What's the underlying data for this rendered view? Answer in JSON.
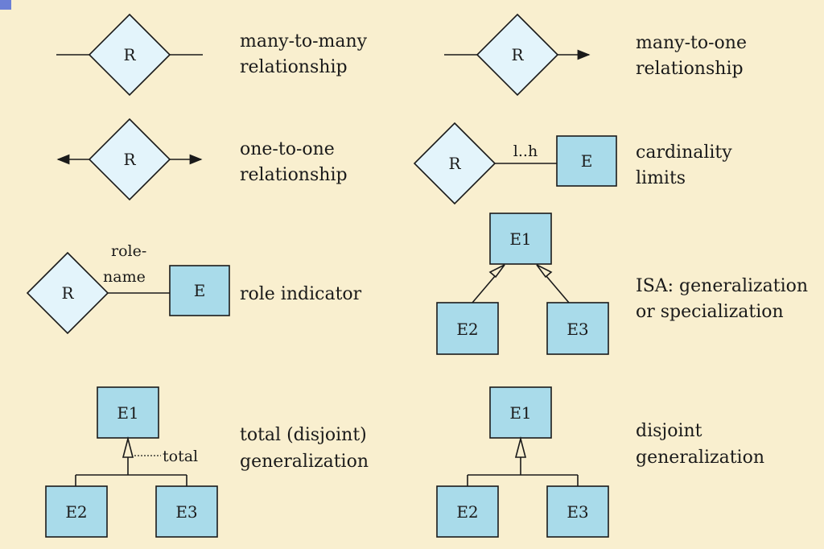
{
  "diagram": {
    "many_to_many": {
      "rel": "R",
      "caption": [
        "many-to-many",
        "relationship"
      ]
    },
    "many_to_one": {
      "rel": "R",
      "caption": [
        "many-to-one",
        "relationship"
      ]
    },
    "one_to_one": {
      "rel": "R",
      "caption": [
        "one-to-one",
        "relationship"
      ]
    },
    "cardinality": {
      "rel": "R",
      "entity": "E",
      "limit": "l..h",
      "caption": [
        "cardinality",
        "limits"
      ]
    },
    "role": {
      "rel": "R",
      "entity": "E",
      "role_name": [
        "role-",
        "name"
      ],
      "caption": "role indicator"
    },
    "isa": {
      "parent": "E1",
      "child1": "E2",
      "child2": "E3",
      "caption": [
        "ISA: generalization",
        "or specialization"
      ]
    },
    "total": {
      "parent": "E1",
      "child1": "E2",
      "child2": "E3",
      "note": "total",
      "caption": [
        "total (disjoint)",
        "generalization"
      ]
    },
    "disjoint": {
      "parent": "E1",
      "child1": "E2",
      "child2": "E3",
      "caption": [
        "disjoint",
        "generalization"
      ]
    }
  },
  "colors": {
    "background": "#f9efcf",
    "shape_fill": "#a9dbea",
    "diamond_fill": "#e3f4fb",
    "stroke": "#1a1a1a"
  }
}
